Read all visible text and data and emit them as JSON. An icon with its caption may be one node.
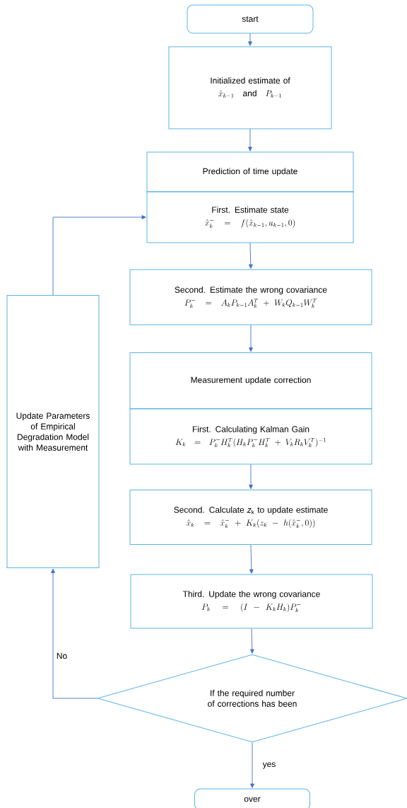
{
  "diagram": {
    "nodes": [
      {
        "text": [
          "start"
        ]
      },
      {
        "text": [
          "Initialized estimate of",
          "\\hat{x}_{k-1}\\quad \\mathrm{and}\\quad P_{k-1}"
        ]
      },
      {
        "text": [
          "Prediction of time update"
        ]
      },
      {
        "text": [
          "First. Estimate state",
          "\\hat{x}_k^- = f(\\hat{x}_{k-1}, u_{k-1}, 0)"
        ]
      },
      {
        "text": [
          "Second. Estimate the wrong covariance",
          "P_k^- = A_k P_{k-1} A_k^T + W_k Q_{k-1} W_k^T"
        ]
      },
      {
        "text": [
          "Measurement update correction"
        ]
      },
      {
        "text": [
          "First. Calculating Kalman Gain",
          "K_k = P_k^- H_k^T (H_k P_k^- H_k^T + V_k R_k V_k^T)^{-1}"
        ]
      },
      {
        "text": [
          "Second. Calculate *z*$_{k}$ to update estimate",
          "\\hat{x}_k = \\hat{x}_k^- + K_k(z_k - h(\\hat{x}_k^-, 0))"
        ]
      },
      {
        "text": [
          "Third. Update the wrong covariance",
          "P_k = (I - K_k H_k) P_k^-"
        ]
      },
      {
        "text": [
          "If the required number of corrections has been"
        ]
      },
      {
        "text": [
          "over"
        ]
      },
      {
        "text": [
          "Update Parameters of Empirical Degradation Model with Measurement"
        ]
      }
    ],
    "edges": [
      {
        "from": 0,
        "to": 1,
        "arrow": "to"
      },
      {
        "from": 1,
        "to": 2,
        "arrow": "to"
      },
      {
        "from": 3,
        "to": 4,
        "arrow": "to"
      },
      {
        "from": 4,
        "to": 5,
        "arrow": "to"
      },
      {
        "from": 6,
        "to": 7,
        "arrow": "to"
      },
      {
        "from": 7,
        "to": 8,
        "arrow": "to"
      },
      {
        "from": 8,
        "to": 9,
        "arrow": "to"
      },
      {
        "from": 9,
        "to": 10,
        "arrow": "to",
        "label": "yes"
      },
      {
        "from": 9,
        "to": 11,
        "arrow": "to",
        "label": "No"
      },
      {
        "from": 11,
        "to": 3,
        "arrow": "to"
      }
    ]
  }
}
